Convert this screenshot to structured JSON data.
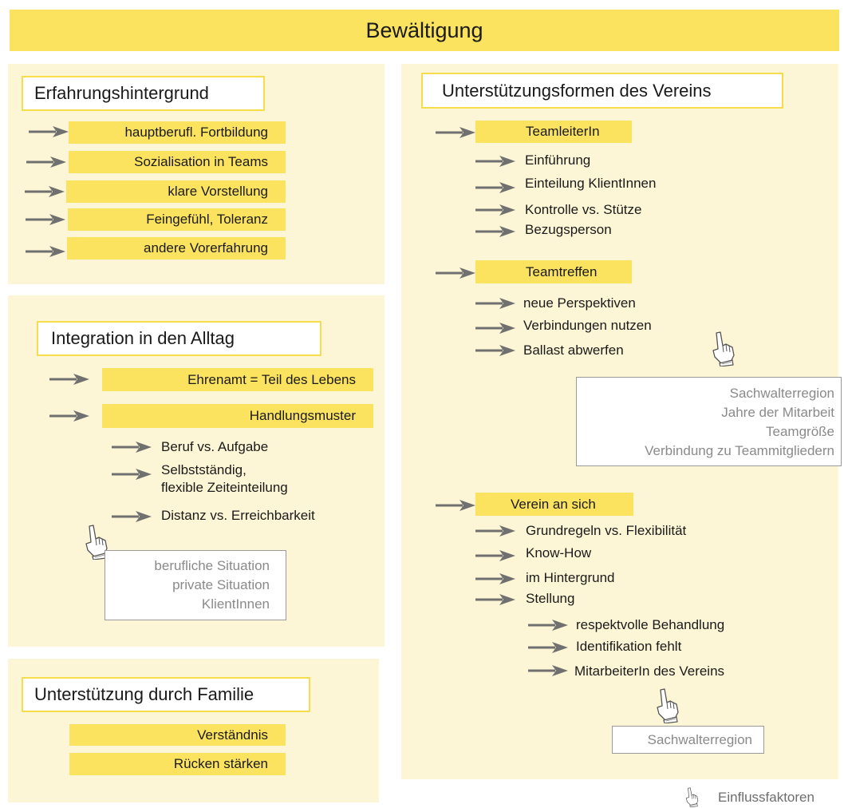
{
  "title": "Bewältigung",
  "erfahrung": {
    "heading": "Erfahrungshintergrund",
    "items": [
      "hauptberufl. Fortbildung",
      "Sozialisation in Teams",
      "klare Vorstellung",
      "Feingefühl, Toleranz",
      "andere Vorerfahrung"
    ]
  },
  "integration": {
    "heading": "Integration in den Alltag",
    "items": [
      "Ehrenamt = Teil des Lebens",
      "Handlungsmuster"
    ],
    "sub": [
      "Beruf vs. Aufgabe",
      "Selbstständig,",
      "flexible Zeiteinteilung",
      "Distanz vs. Erreichbarkeit"
    ],
    "factors": [
      "berufliche Situation",
      "private Situation",
      "KlientInnen"
    ]
  },
  "familie": {
    "heading": "Unterstützung durch Familie",
    "items": [
      "Verständnis",
      "Rücken stärken"
    ]
  },
  "verein": {
    "heading": "Unterstützungsformen des Vereins",
    "teamleiter": {
      "label": "TeamleiterIn",
      "sub": [
        "Einführung",
        "Einteilung KlientInnen",
        "Kontrolle vs. Stütze",
        "Bezugsperson"
      ]
    },
    "teamtreffen": {
      "label": "Teamtreffen",
      "sub": [
        "neue Perspektiven",
        "Verbindungen nutzen",
        "Ballast abwerfen"
      ],
      "factors": [
        "Sachwalterregion",
        "Jahre der Mitarbeit",
        "Teamgröße",
        "Verbindung zu Teammitgliedern"
      ]
    },
    "verein_an_sich": {
      "label": "Verein an sich",
      "sub": [
        "Grundregeln vs. Flexibilität",
        "Know-How",
        "im Hintergrund",
        "Stellung"
      ],
      "subsub": [
        "respektvolle Behandlung",
        "Identifikation fehlt",
        "MitarbeiterIn des Vereins"
      ],
      "factors": [
        "Sachwalterregion"
      ]
    }
  },
  "legend": {
    "label": "Einflussfaktoren",
    "icon": "pointing-hand-icon"
  },
  "colors": {
    "yellow": "#fbe35f",
    "panel": "#fdf6d6",
    "arrow": "#707070"
  }
}
